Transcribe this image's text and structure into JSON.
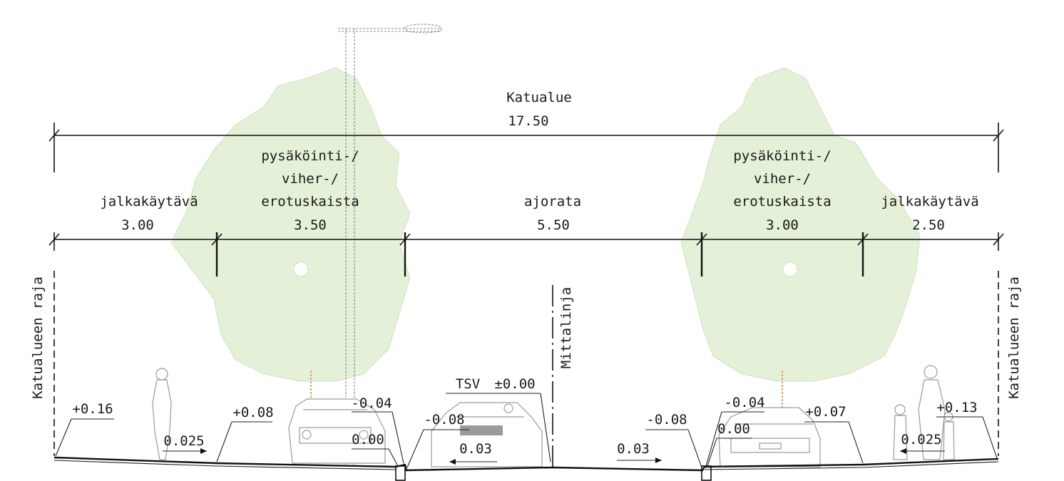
{
  "total": {
    "label": "Katualue",
    "value": "17.50"
  },
  "zones": [
    {
      "label": "jalkakäytävä",
      "value": "3.00"
    },
    {
      "label_lines": [
        "pysäköinti-/",
        "viher-/",
        "erotuskaista"
      ],
      "value": "3.50"
    },
    {
      "label": "ajorata",
      "value": "5.50"
    },
    {
      "label_lines": [
        "pysäköinti-/",
        "viher-/",
        "erotuskaista"
      ],
      "value": "3.00"
    },
    {
      "label": "jalkakäytävä",
      "value": "2.50"
    }
  ],
  "boundary_label": "Katualueen raja",
  "measure_line_label": "Mittalinja",
  "tsv_label": "TSV",
  "tsv_value": "±0.00",
  "elevations": [
    "+0.16",
    "+0.08",
    "-0.04",
    "0.00",
    "-0.08",
    "-0.08",
    "-0.04",
    "0.00",
    "+0.07",
    "+0.13"
  ],
  "slopes": [
    "0.025",
    "0.03",
    "0.03",
    "0.025"
  ],
  "colors": {
    "tree_fill": "#e4f0d8",
    "line": "#111111",
    "trunk": "#d9a878"
  }
}
